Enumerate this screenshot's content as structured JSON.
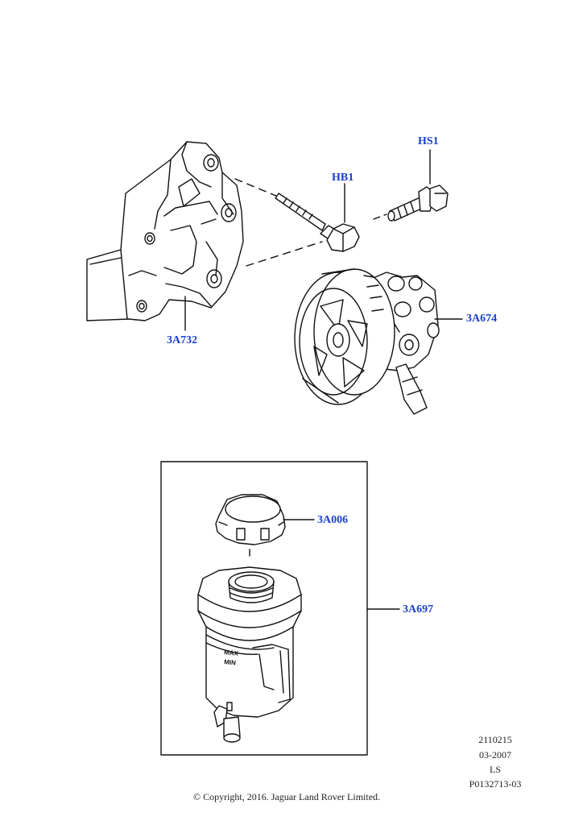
{
  "callouts": {
    "hs1": "HS1",
    "hb1": "HB1",
    "bracket": "3A732",
    "pump": "3A674",
    "cap": "3A006",
    "reservoir": "3A697"
  },
  "reservoir_marks": {
    "max": "MAX",
    "min": "MIN"
  },
  "meta": {
    "code": "2110215",
    "date": "03-2007",
    "model": "LS",
    "ref": "P0132713-03"
  },
  "copyright": "© Copyright, 2016. Jaguar Land Rover Limited."
}
